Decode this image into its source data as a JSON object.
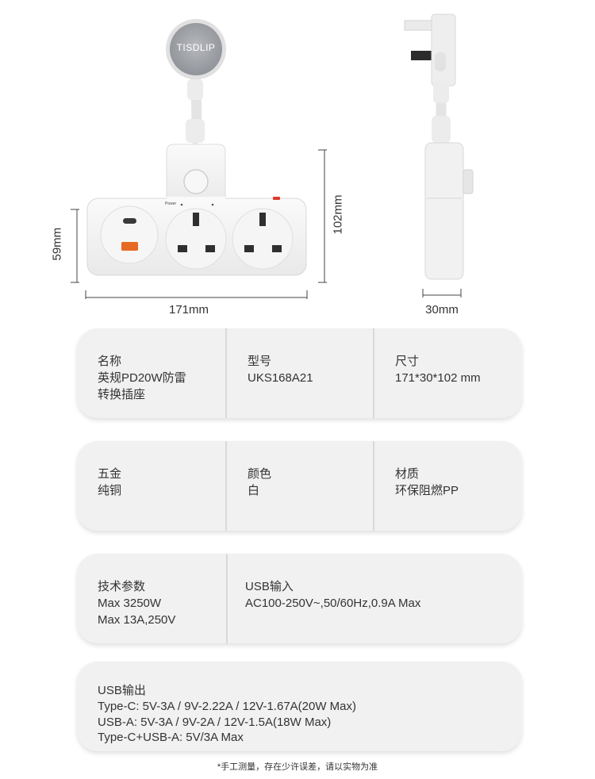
{
  "product": {
    "brand": "TISDLIP",
    "power_label": "Power"
  },
  "dimensions": {
    "width": "171mm",
    "depth": "30mm",
    "height_total": "102mm",
    "height_body": "59mm"
  },
  "specs": {
    "row1": [
      {
        "title": "名称",
        "value": "英规PD20W防雷\n转换插座"
      },
      {
        "title": "型号",
        "value": "UKS168A21"
      },
      {
        "title": "尺寸",
        "value": "171*30*102 mm"
      }
    ],
    "row2": [
      {
        "title": "五金",
        "value": "纯铜"
      },
      {
        "title": "颜色",
        "value": "白"
      },
      {
        "title": "材质",
        "value": "环保阻燃PP"
      }
    ],
    "row3": [
      {
        "title": "技术参数",
        "value": "Max 3250W\nMax 13A,250V"
      },
      {
        "title": "USB输入",
        "value": "AC100-250V~,50/60Hz,0.9A Max"
      }
    ],
    "row4": [
      {
        "title": "USB输出",
        "value": "Type-C: 5V-3A / 9V-2.22A / 12V-1.67A(20W Max)\nUSB-A: 5V-3A / 9V-2A / 12V-1.5A(18W Max)\nType-C+USB-A: 5V/3A Max"
      }
    ]
  },
  "footnote": "*手工测量，存在少许误差，请以实物为准"
}
